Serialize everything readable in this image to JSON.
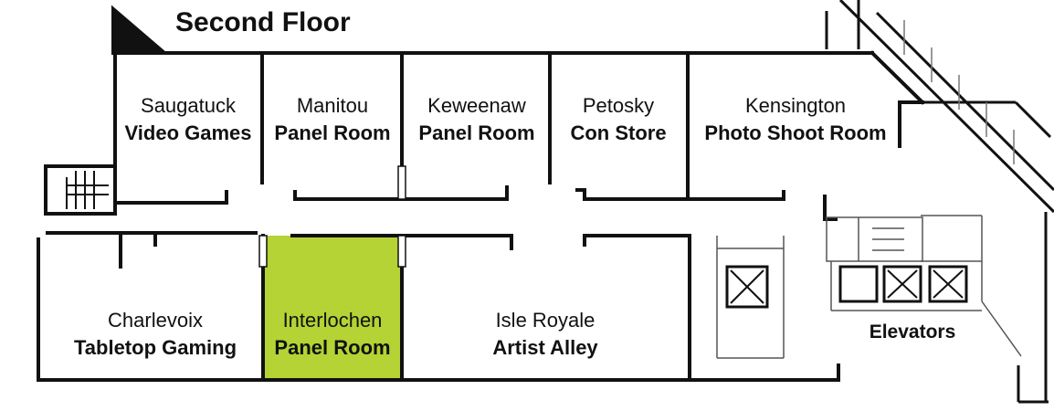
{
  "map": {
    "title": "Second Floor",
    "highlight_color": "#b5d334",
    "rooms": [
      {
        "name": "Saugatuck",
        "function": "Video Games",
        "highlighted": false
      },
      {
        "name": "Manitou",
        "function": "Panel Room",
        "highlighted": false
      },
      {
        "name": "Keweenaw",
        "function": "Panel Room",
        "highlighted": false
      },
      {
        "name": "Petosky",
        "function": "Con Store",
        "highlighted": false
      },
      {
        "name": "Kensington",
        "function": "Photo Shoot Room",
        "highlighted": false
      },
      {
        "name": "Charlevoix",
        "function": "Tabletop Gaming",
        "highlighted": false
      },
      {
        "name": "Interlochen",
        "function": "Panel Room",
        "highlighted": true
      },
      {
        "name": "Isle Royale",
        "function": "Artist Alley",
        "highlighted": false
      }
    ],
    "elevators_label": "Elevators"
  }
}
